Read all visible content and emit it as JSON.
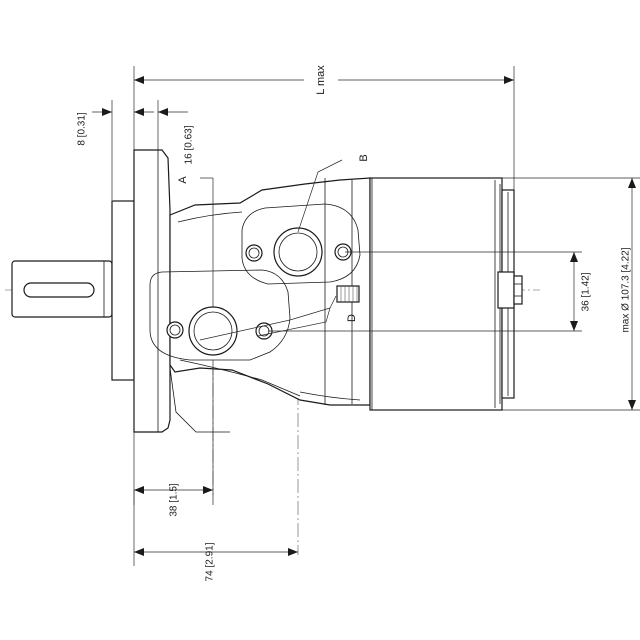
{
  "labels": {
    "length": "L max",
    "dim_flange": "8 [0.31]",
    "dim_port_a_offset": "16 [0.63]",
    "port_a": "A",
    "port_b": "B",
    "drain_d": "D",
    "dim_port_spacing": "36 [1.42]",
    "dim_diameter": "max Ø 107.3 [4.22]",
    "dim_38": "38 [1.5]",
    "dim_74": "74 [2.91]"
  }
}
